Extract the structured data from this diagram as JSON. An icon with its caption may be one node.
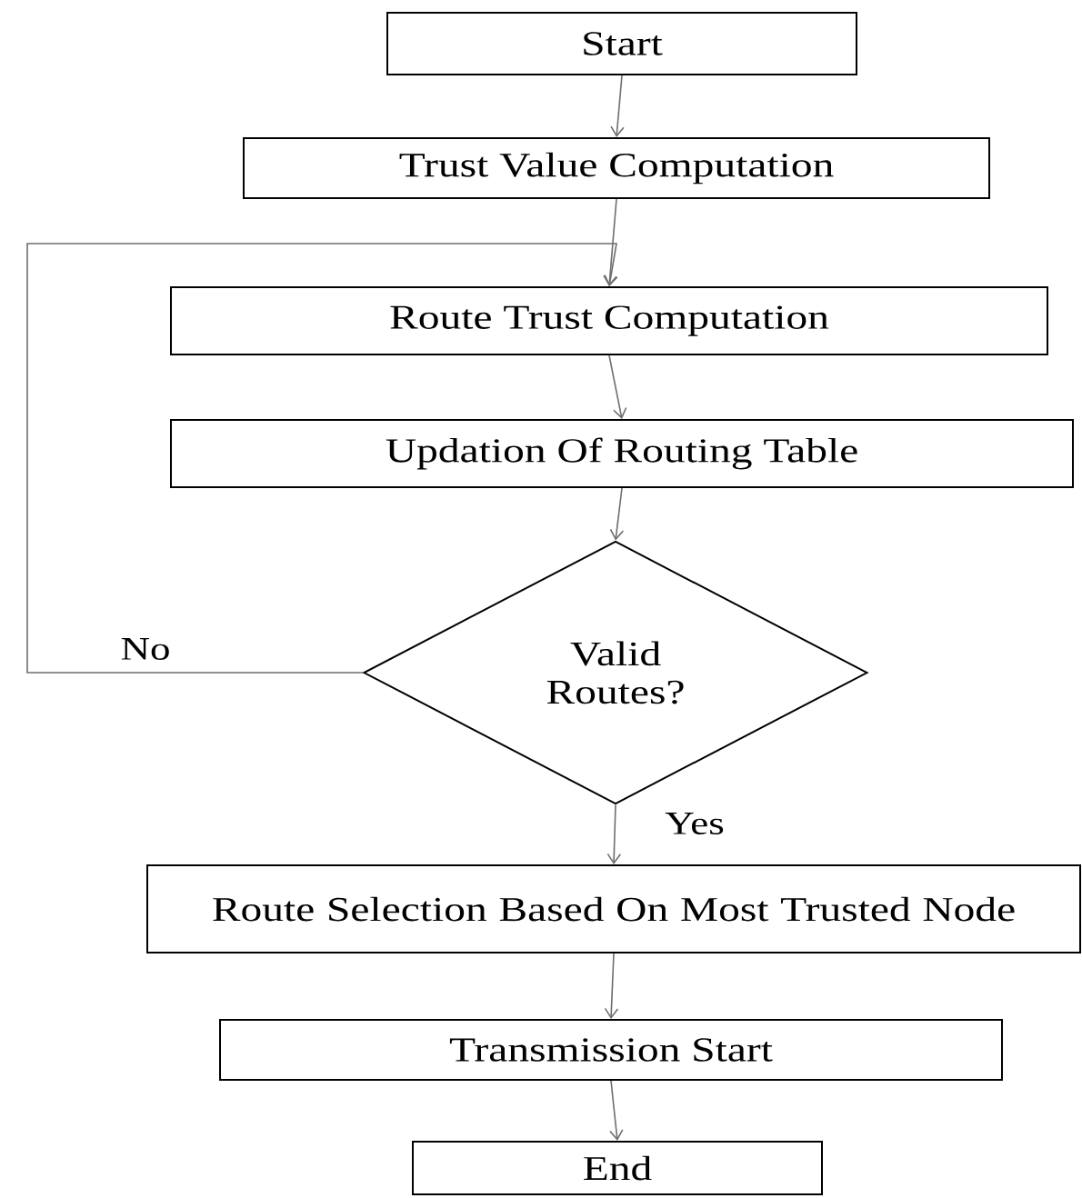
{
  "diagram": {
    "nodes": [
      {
        "text": [
          "Start"
        ]
      },
      {
        "text": [
          "Trust Value Computation"
        ]
      },
      {
        "text": [
          "Route Trust Computation"
        ]
      },
      {
        "text": [
          "Updation Of Routing Table"
        ]
      },
      {
        "text": [
          "Valid Routes?"
        ]
      },
      {
        "text": [
          "Route Selection Based On Most Trusted Node"
        ]
      },
      {
        "text": [
          "Transmission Start"
        ]
      },
      {
        "text": [
          "End"
        ]
      }
    ],
    "edges": [
      {
        "from": 0,
        "to": 1,
        "arrow": "to"
      },
      {
        "from": 1,
        "to": 2,
        "arrow": "to"
      },
      {
        "from": 2,
        "to": 3,
        "arrow": "to"
      },
      {
        "from": 3,
        "to": 4,
        "arrow": "to"
      },
      {
        "from": 4,
        "to": 2,
        "arrow": "to",
        "label": "No"
      },
      {
        "from": 4,
        "to": 5,
        "arrow": "to",
        "label": "Yes"
      },
      {
        "from": 5,
        "to": 6,
        "arrow": "to"
      },
      {
        "from": 6,
        "to": 7,
        "arrow": "to"
      }
    ]
  }
}
